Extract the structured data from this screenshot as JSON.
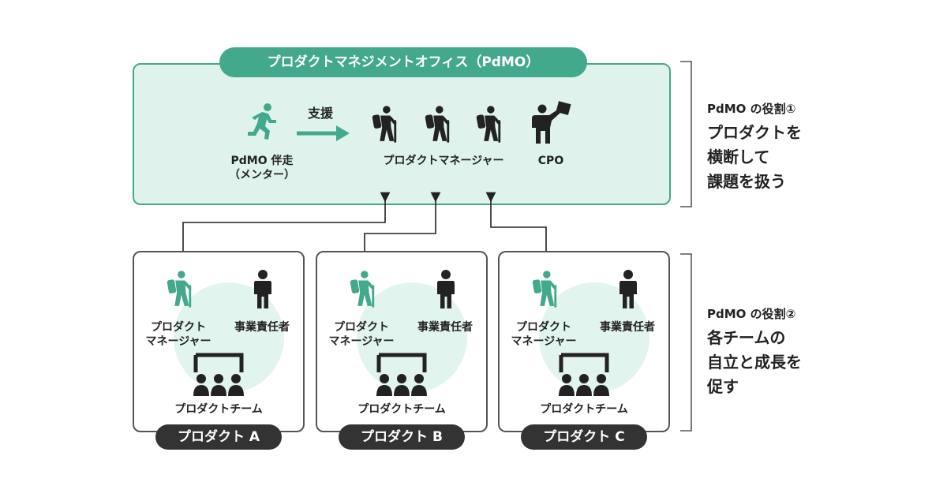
{
  "pdmo": {
    "title": "プロダクトマネジメントオフィス（PdMO）",
    "mentor_label_1": "PdMO 伴走",
    "mentor_label_2": "（メンター）",
    "support_label": "支援",
    "pm_label": "プロダクトマネージャー",
    "cpo_label": "CPO"
  },
  "products": [
    {
      "name": "プロダクト A",
      "pm_label_1": "プロダクト",
      "pm_label_2": "マネージャー",
      "owner_label": "事業責任者",
      "team_label": "プロダクトチーム"
    },
    {
      "name": "プロダクト B",
      "pm_label_1": "プロダクト",
      "pm_label_2": "マネージャー",
      "owner_label": "事業責任者",
      "team_label": "プロダクトチーム"
    },
    {
      "name": "プロダクト C",
      "pm_label_1": "プロダクト",
      "pm_label_2": "マネージャー",
      "owner_label": "事業責任者",
      "team_label": "プロダクトチーム"
    }
  ],
  "roles": [
    {
      "title": "PdMO の役割①",
      "lines": [
        "プロダクトを",
        "横断して",
        "課題を扱う"
      ]
    },
    {
      "title": "PdMO の役割②",
      "lines": [
        "各チームの",
        "自立と成長を",
        "促す"
      ]
    }
  ],
  "colors": {
    "accent": "#43a98c",
    "accent_light": "#dff3ec",
    "dark": "#222222",
    "pill": "#333333"
  },
  "icons": [
    "runner-icon",
    "hiker-icon",
    "presenter-icon",
    "person-icon",
    "team-icon",
    "arrow-right-icon"
  ]
}
